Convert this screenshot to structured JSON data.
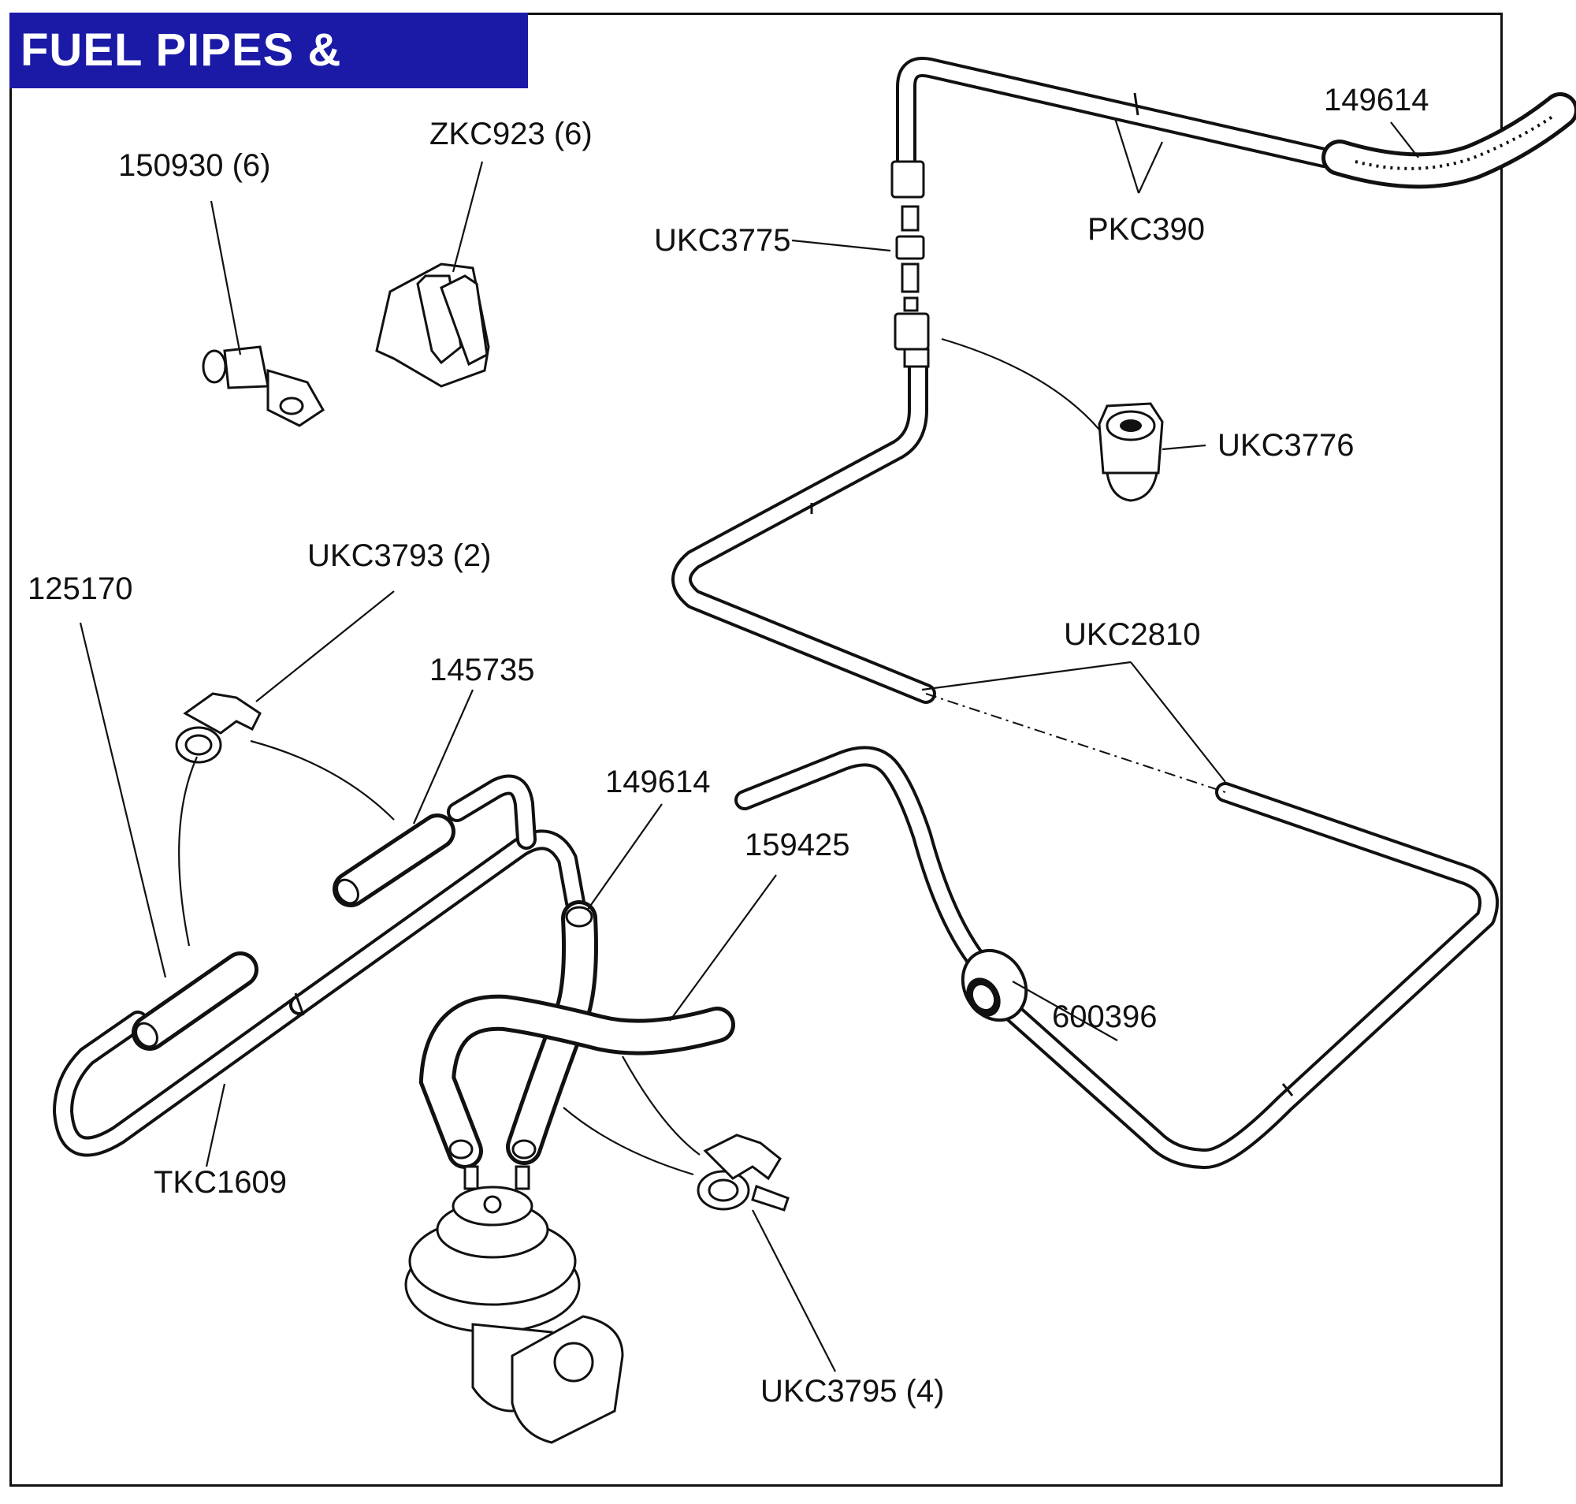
{
  "title": "FUEL PIPES & FITTINGS",
  "labels": {
    "p150930": "150930 (6)",
    "pZKC923": "ZKC923 (6)",
    "pUKC3775": "UKC3775",
    "pPKC390": "PKC390",
    "p149614_top": "149614",
    "pUKC3776": "UKC3776",
    "pUKC3793": "UKC3793 (2)",
    "p125170": "125170",
    "p145735": "145735",
    "pUKC2810": "UKC2810",
    "p149614_mid": "149614",
    "p159425": "159425",
    "p600396": "600396",
    "pTKC1609": "TKC1609",
    "pUKC3795": "UKC3795 (4)"
  }
}
